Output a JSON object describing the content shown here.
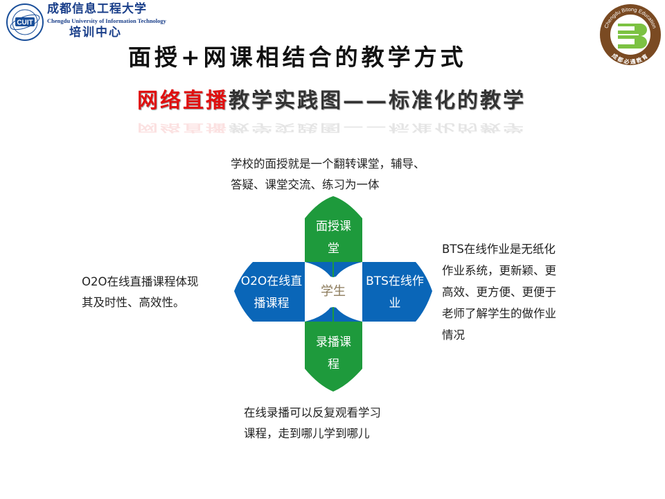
{
  "header": {
    "school_logo_text": "CUIT",
    "school_name_cn": "成都信息工程大学",
    "school_name_en": "Chengdu University of Information Technology",
    "center_name": "培训中心",
    "partner_logo_text_en": "Chengdu Bitong Education",
    "partner_logo_text_cn": "成都必通教育"
  },
  "title": "面授+网课相结合的教学方式",
  "subtitle": {
    "red": "网络直播",
    "rest": "教学实践图——标准化的教学"
  },
  "diagram": {
    "center": "学生",
    "top": [
      "面授课",
      "堂"
    ],
    "left": [
      "O2O在线直",
      "播课程"
    ],
    "right": [
      "BTS在线作",
      "业"
    ],
    "bottom": [
      "录播课",
      "程"
    ],
    "colors": {
      "green": "#1e9a3c",
      "blue": "#0a66b8",
      "center_text": "#8b7a5a"
    }
  },
  "notes": {
    "top": [
      "学校的面授就是一个翻转课堂，辅导、",
      "答疑、课堂交流、练习为一体"
    ],
    "left": [
      "O2O在线直播课程体现",
      "其及时性、高效性。"
    ],
    "right": [
      "BTS在线作业是无纸化",
      "作业系统，更新颖、更",
      "高效、更方便、更便于",
      "老师了解学生的做作业",
      "情况"
    ],
    "bottom": [
      "在线录播可以反复观看学习",
      "课程，走到哪儿学到哪儿"
    ]
  }
}
